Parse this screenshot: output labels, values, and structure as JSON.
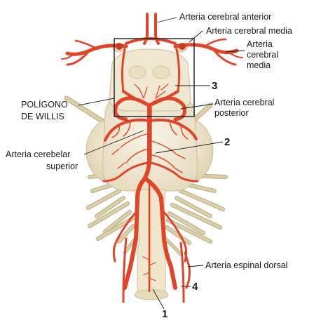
{
  "labels": {
    "anterior_cerebral": "Arteria cerebral anterior",
    "middle_cerebral_left": "Arteria cerebral media",
    "middle_cerebral_right_1": "Arteria",
    "middle_cerebral_right_2": "cerebral",
    "middle_cerebral_right_3": "media",
    "willis_1": "POLÍGONO",
    "willis_2": "DE WILLIS",
    "posterior_cerebral_1": "Arteria cerebral",
    "posterior_cerebral_2": "posterior",
    "superior_cerebellar_1": "Arteria cerebelar",
    "superior_cerebellar_2": "superior",
    "dorsal_spinal": "Arteria espinal dorsal"
  },
  "numbers": {
    "n1": "1",
    "n2": "2",
    "n3": "3",
    "n4": "4"
  },
  "colors": {
    "artery": "#e0452a",
    "brainstem": "#f1ead6",
    "nerve": "#d9cfa8"
  }
}
